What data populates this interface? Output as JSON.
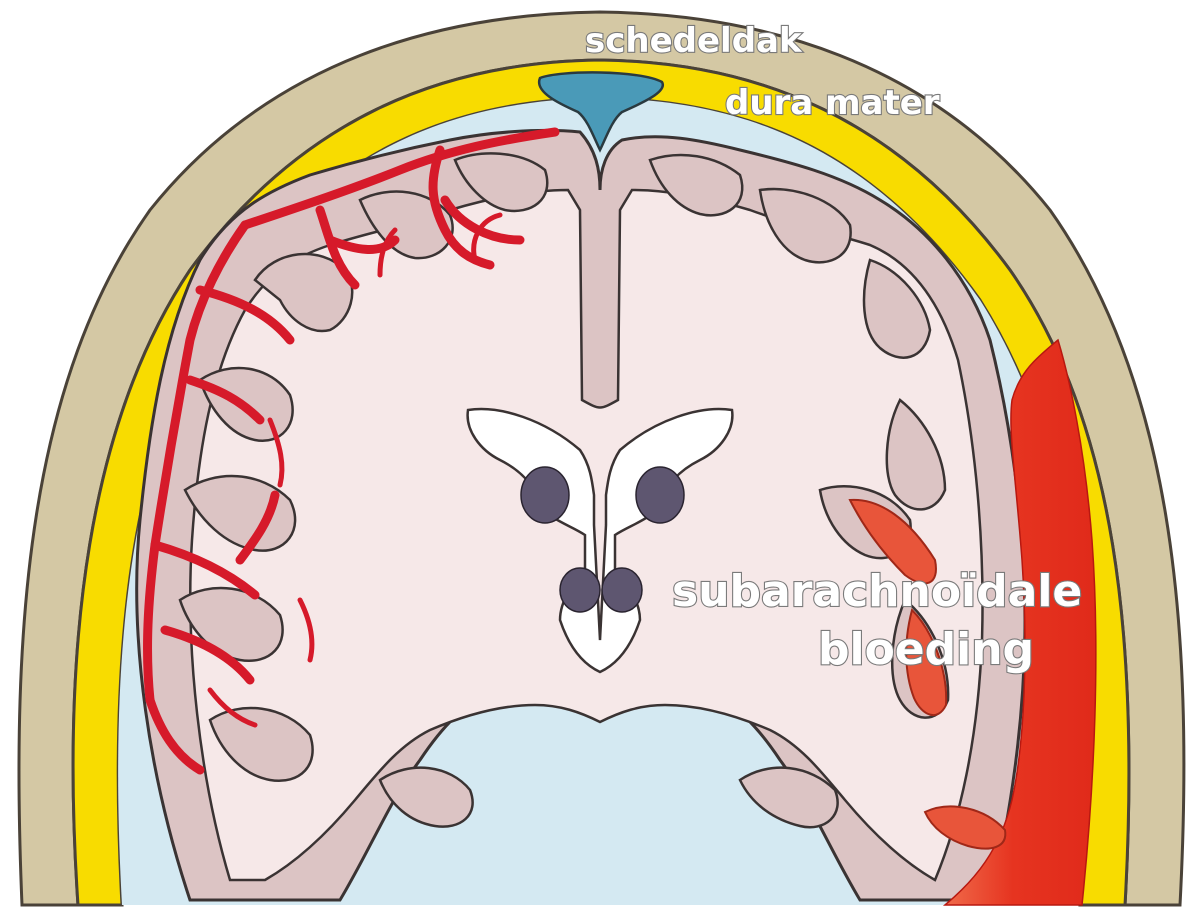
{
  "labels": {
    "skull": "schedeldak",
    "dura": "dura mater",
    "bleed_line1": "subarachnoïdale",
    "bleed_line2": "bloeding"
  },
  "colors": {
    "skull": "#d4c8a4",
    "dura": "#f8dc00",
    "csf_space": "#d4e9f2",
    "cortex": "#dcc4c4",
    "white_matter": "#f6e8e8",
    "outline": "#3a3333",
    "vessels": "#d61a2a",
    "hemorrhage": "#e63420",
    "sinus": "#4a9ab8",
    "nuclei": "#5e5670"
  }
}
